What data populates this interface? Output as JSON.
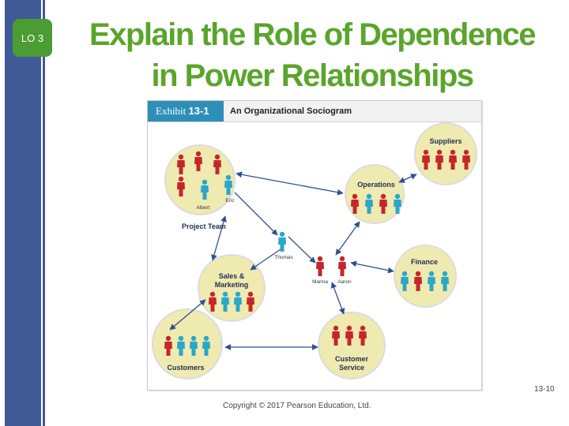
{
  "slide": {
    "lo_label": "LO 3",
    "title_line1": "Explain the Role of Dependence",
    "title_line2": "in Power Relationships",
    "slide_number": "13-10",
    "copyright": "Copyright © 2017 Pearson Education, Ltd."
  },
  "exhibit": {
    "tag_word": "Exhibit",
    "tag_number": "13-1",
    "title": "An Organizational Sociogram"
  },
  "groups": {
    "suppliers": "Suppliers",
    "operations": "Operations",
    "finance": "Finance",
    "project_team": "Project Team",
    "sales_line1": "Sales &",
    "sales_line2": "Marketing",
    "customers": "Customers",
    "customer_service_line1": "Customer",
    "customer_service_line2": "Service"
  },
  "people": {
    "albert": "Albert",
    "eric": "Eric",
    "thomas": "Thomas",
    "marina": "Marina",
    "aaron": "Aaron"
  },
  "colors": {
    "title_green": "#5aa52b",
    "sidebar_blue": "#3f5a96",
    "badge_green": "#4b9c32",
    "circle_fill": "#efeab0",
    "arrow_blue": "#2f4f8f",
    "person_red": "#c3272c",
    "person_teal": "#2aa7c9"
  }
}
